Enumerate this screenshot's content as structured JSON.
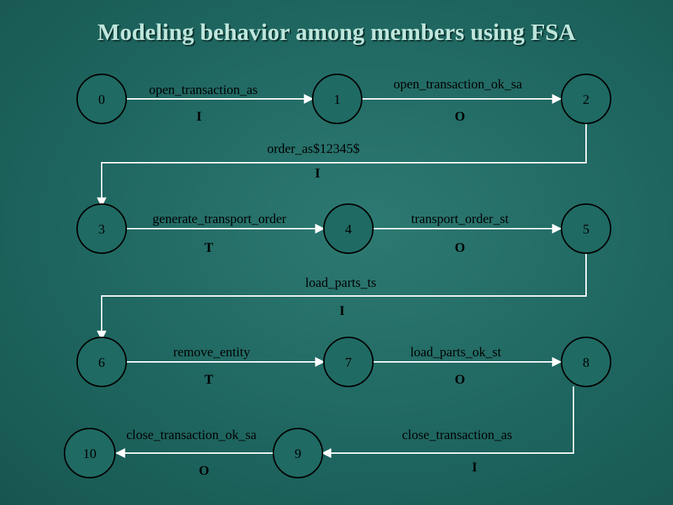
{
  "title": "Modeling behavior among members using FSA",
  "states": [
    "0",
    "1",
    "2",
    "3",
    "4",
    "5",
    "6",
    "7",
    "8",
    "9",
    "10"
  ],
  "transitions": [
    {
      "from": "0",
      "to": "1",
      "label": "open_transaction_as",
      "type": "I"
    },
    {
      "from": "1",
      "to": "2",
      "label": "open_transaction_ok_sa",
      "type": "O"
    },
    {
      "from": "2",
      "to": "3",
      "label": "order_as$12345$",
      "type": "I"
    },
    {
      "from": "3",
      "to": "4",
      "label": "generate_transport_order",
      "type": "T"
    },
    {
      "from": "4",
      "to": "5",
      "label": "transport_order_st",
      "type": "O"
    },
    {
      "from": "5",
      "to": "6",
      "label": "load_parts_ts",
      "type": "I"
    },
    {
      "from": "6",
      "to": "7",
      "label": "remove_entity",
      "type": "T"
    },
    {
      "from": "7",
      "to": "8",
      "label": "load_parts_ok_st",
      "type": "O"
    },
    {
      "from": "8",
      "to": "9",
      "label": "close_transaction_as",
      "type": "I"
    },
    {
      "from": "9",
      "to": "10",
      "label": "close_transaction_ok_sa",
      "type": "O"
    }
  ],
  "colors": {
    "background": "#1f6660",
    "title": "#bfe6dc",
    "node_fill": "#1f6a63",
    "edge": "#ffffff"
  }
}
